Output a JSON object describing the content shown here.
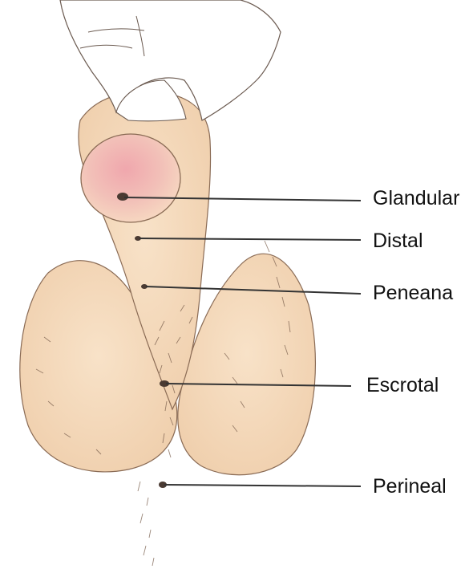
{
  "diagram": {
    "labels": [
      {
        "id": "glandular",
        "text": "Glandular"
      },
      {
        "id": "distal",
        "text": "Distal"
      },
      {
        "id": "peneana",
        "text": "Peneana"
      },
      {
        "id": "escrotal",
        "text": "Escrotal"
      },
      {
        "id": "perineal",
        "text": "Perineal"
      }
    ]
  },
  "colors": {
    "skin": "#f5dcc0",
    "skin_shadow": "#e7c29e",
    "glans": "#eaa3a8",
    "hand": "#ffffff",
    "ink": "#3a2f2a",
    "leader_line": "#333333",
    "label_text": "#111111"
  }
}
